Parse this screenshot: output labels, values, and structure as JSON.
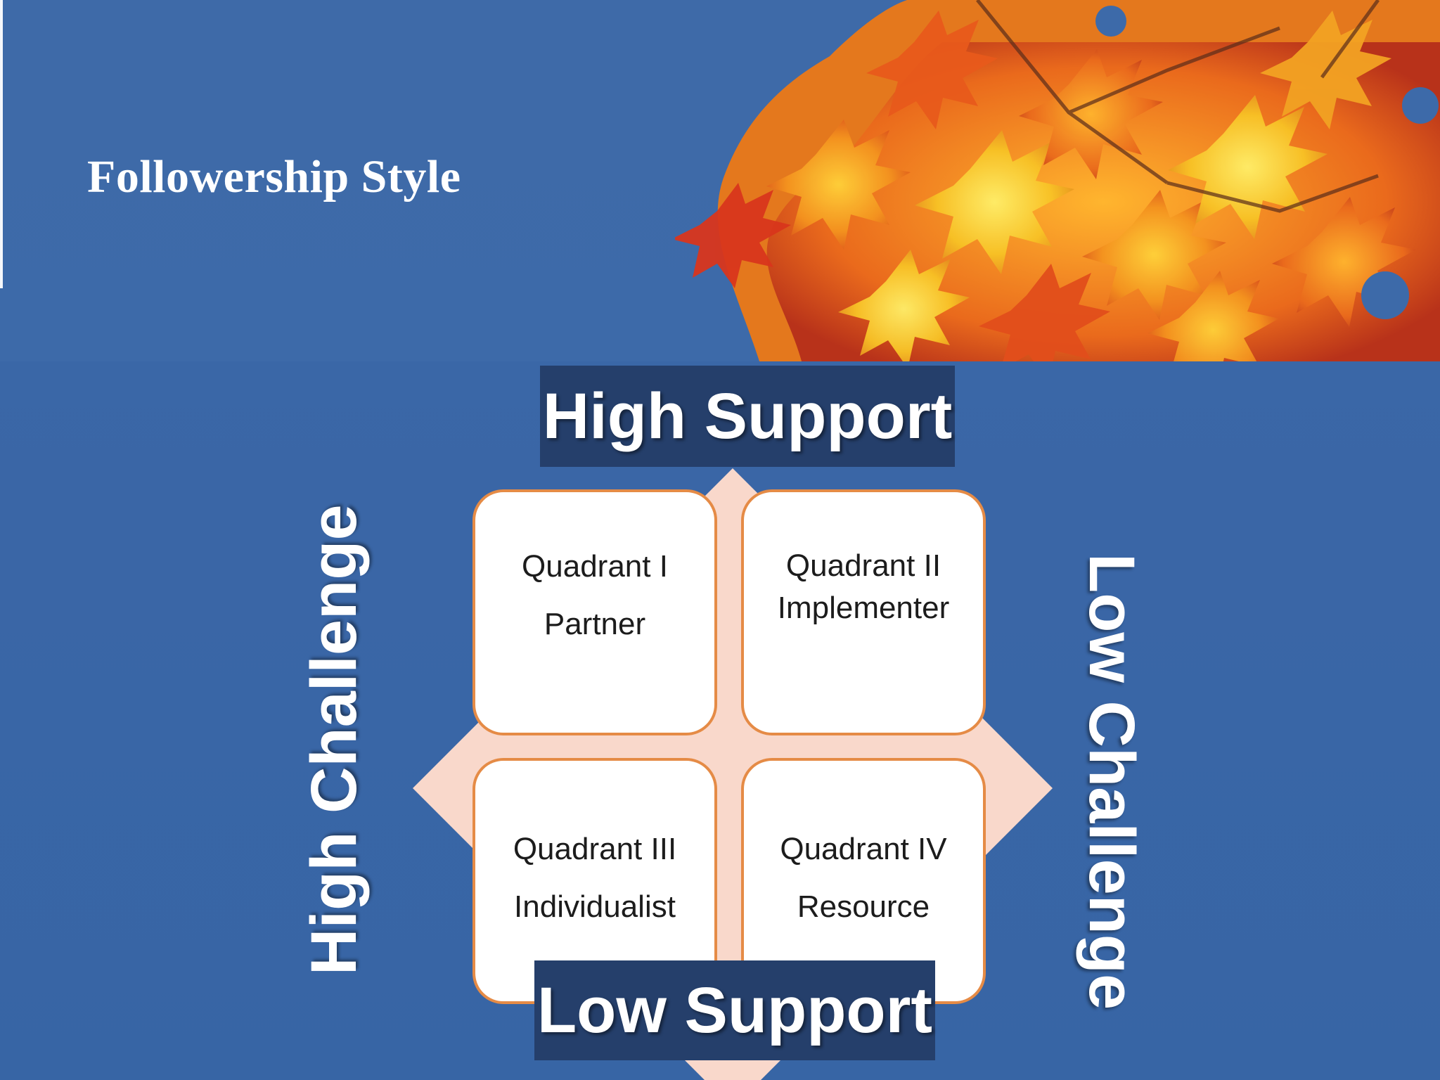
{
  "slide": {
    "title": "Followership Style"
  },
  "diagram": {
    "top_label": "High Support",
    "bottom_label": "Low Support",
    "left_label": "High Challenge",
    "right_label": "Low Challenge",
    "quadrants": [
      {
        "name": "Quadrant I",
        "style": "Partner"
      },
      {
        "name": "Quadrant II",
        "style": "Implementer"
      },
      {
        "name": "Quadrant III",
        "style": "Individualist"
      },
      {
        "name": "Quadrant IV",
        "style": "Resource"
      }
    ]
  },
  "colors": {
    "background": "#3a68a8",
    "axis_box": "#253f6b",
    "diamond": "#f9d8cb",
    "quadrant_border": "#e58b46",
    "quadrant_fill": "#ffffff"
  }
}
